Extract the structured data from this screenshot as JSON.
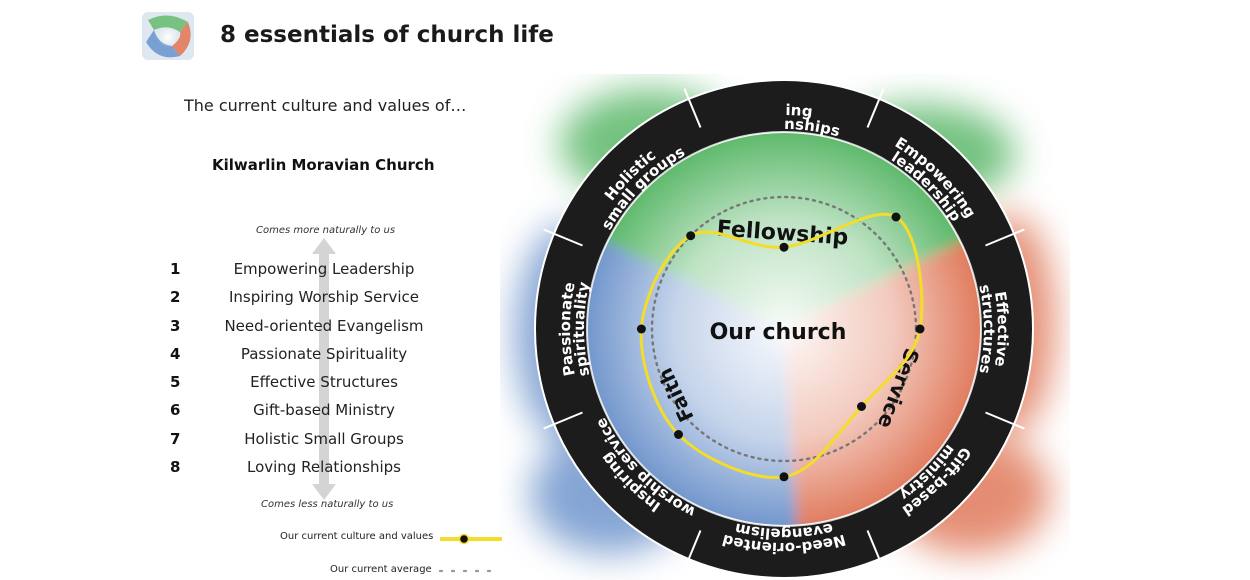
{
  "header": {
    "title": "8 essentials of church life",
    "subtitle": "The current culture and values of…",
    "church_name": "Kilwarlin Moravian Church"
  },
  "scale": {
    "top_note": "Comes more naturally to us",
    "bottom_note": "Comes less naturally to us"
  },
  "ranking": [
    {
      "rank": "1",
      "label": "Empowering Leadership"
    },
    {
      "rank": "2",
      "label": "Inspiring Worship Service"
    },
    {
      "rank": "3",
      "label": "Need-oriented Evangelism"
    },
    {
      "rank": "4",
      "label": "Passionate Spirituality"
    },
    {
      "rank": "5",
      "label": "Effective Structures"
    },
    {
      "rank": "6",
      "label": "Gift-based Ministry"
    },
    {
      "rank": "7",
      "label": "Holistic Small Groups"
    },
    {
      "rank": "8",
      "label": "Loving Relationships"
    }
  ],
  "legend": {
    "current_values": "Our current culture and values",
    "current_average": "Our current average"
  },
  "wheel": {
    "center": "Our church",
    "regions": [
      "Fellowship",
      "Service",
      "Faith"
    ],
    "ring_labels": [
      {
        "line1": "Loving",
        "line2": "relationships"
      },
      {
        "line1": "Empowering",
        "line2": "leadership"
      },
      {
        "line1": "Effective",
        "line2": "structures"
      },
      {
        "line1": "Gift-based",
        "line2": "ministry"
      },
      {
        "line1": "Need-oriented",
        "line2": "evangelism"
      },
      {
        "line1": "Inspiring",
        "line2": "worship service"
      },
      {
        "line1": "Passionate",
        "line2": "spirituality"
      },
      {
        "line1": "Holistic",
        "line2": "small groups"
      }
    ],
    "profile_levels": [
      {
        "name": "Loving relationships",
        "level": 0.62
      },
      {
        "name": "Empowering leadership",
        "level": 1.2
      },
      {
        "name": "Effective structures",
        "level": 1.03
      },
      {
        "name": "Gift-based ministry",
        "level": 0.83
      },
      {
        "name": "Need-oriented evangelism",
        "level": 1.12
      },
      {
        "name": "Inspiring worship service",
        "level": 1.13
      },
      {
        "name": "Passionate spirituality",
        "level": 1.08
      },
      {
        "name": "Holistic small groups",
        "level": 1.0
      }
    ],
    "colors": {
      "green": "#5cb86a",
      "red": "#e07a5c",
      "blue": "#6f95cc",
      "ring": "#1c1c1c",
      "profile": "#f3dd2a"
    }
  }
}
